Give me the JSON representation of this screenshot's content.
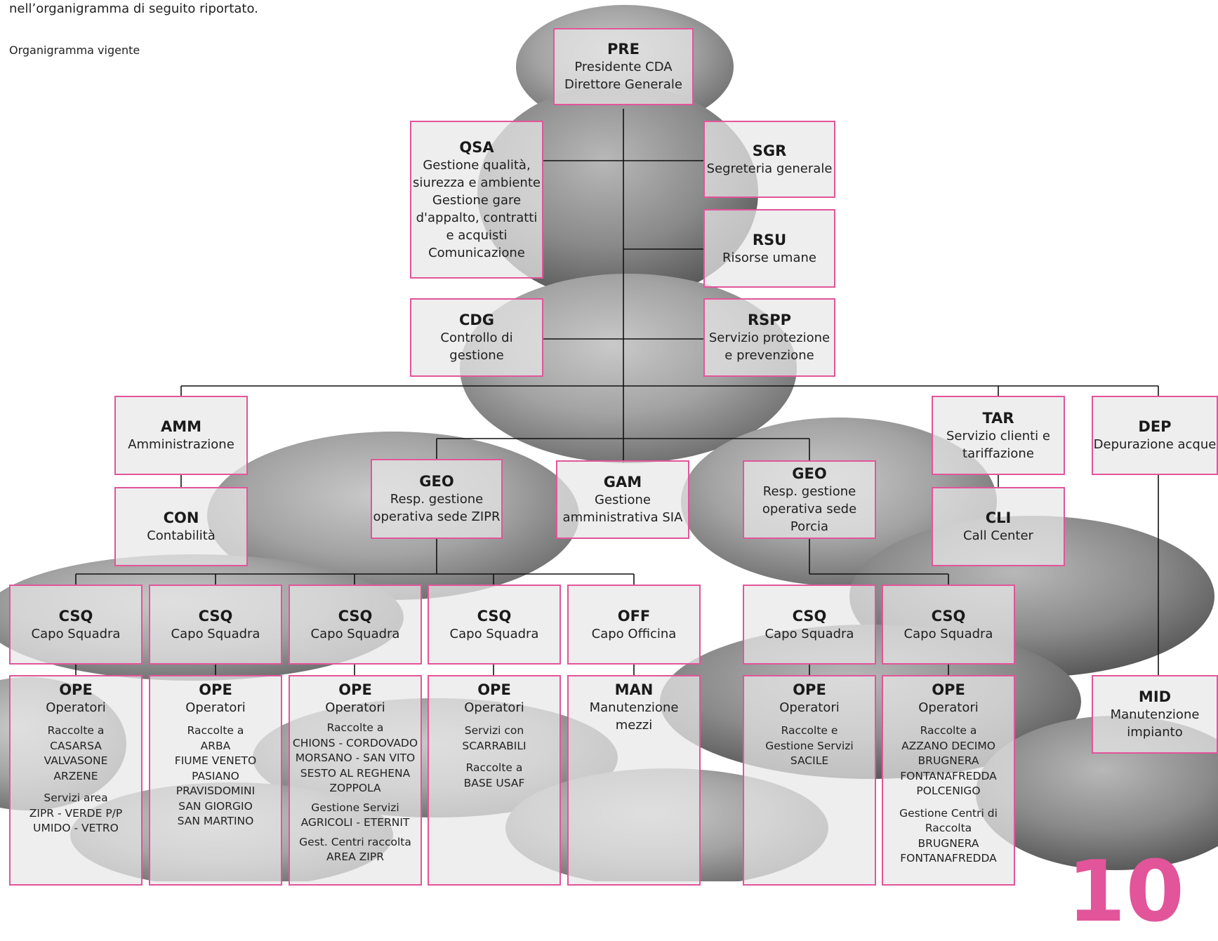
{
  "intro_text": "nell’organigramma di seguito riportato.",
  "subtitle": "Organigramma vigente",
  "page_number": "10",
  "colors": {
    "accent": "#e2559a",
    "box_fill": "#e8e8e8",
    "line": "#111111"
  },
  "nodes": {
    "pre": {
      "code": "PRE",
      "desc": "Presidente CDA\nDirettore Generale"
    },
    "qsa": {
      "code": "QSA",
      "desc": "Gestione qualità,\nsiurezza e ambiente\nGestione gare\nd'appalto, contratti\ne acquisti\nComunicazione"
    },
    "sgr": {
      "code": "SGR",
      "desc": "Segreteria generale"
    },
    "rsu": {
      "code": "RSU",
      "desc": "Risorse umane"
    },
    "cdg": {
      "code": "CDG",
      "desc": "Controllo di gestione"
    },
    "rspp": {
      "code": "RSPP",
      "desc": "Servizio protezione\ne prevenzione"
    },
    "amm": {
      "code": "AMM",
      "desc": "Amministrazione"
    },
    "con": {
      "code": "CON",
      "desc": "Contabilità"
    },
    "tar": {
      "code": "TAR",
      "desc": "Servizio clienti e\ntariffazione"
    },
    "cli": {
      "code": "CLI",
      "desc": "Call Center"
    },
    "dep": {
      "code": "DEP",
      "desc": "Depurazione acque"
    },
    "mid": {
      "code": "MID",
      "desc": "Manutenzione\nimpianto"
    },
    "geo_zipr": {
      "code": "GEO",
      "desc": "Resp. gestione\noperativa sede ZIPR"
    },
    "gam": {
      "code": "GAM",
      "desc": "Gestione\namministrativa SIA"
    },
    "geo_porcia": {
      "code": "GEO",
      "desc": "Resp. gestione\noperativa sede\nPorcia"
    },
    "csq1": {
      "code": "CSQ",
      "desc": "Capo Squadra"
    },
    "csq2": {
      "code": "CSQ",
      "desc": "Capo Squadra"
    },
    "csq3": {
      "code": "CSQ",
      "desc": "Capo Squadra"
    },
    "csq4": {
      "code": "CSQ",
      "desc": "Capo Squadra"
    },
    "off": {
      "code": "OFF",
      "desc": "Capo Officina"
    },
    "csq5": {
      "code": "CSQ",
      "desc": "Capo Squadra"
    },
    "csq6": {
      "code": "CSQ",
      "desc": "Capo Squadra"
    },
    "ope1": {
      "code": "OPE",
      "desc": "Operatori",
      "detail": "Raccolte a\nCASARSA\nVALVASONE\nARZENE",
      "detail2": "Servizi area\nZIPR - VERDE P/P\nUMIDO - VETRO"
    },
    "ope2": {
      "code": "OPE",
      "desc": "Operatori",
      "detail": "Raccolte a\nARBA\nFIUME VENETO\nPASIANO\nPRAVISDOMINI\nSAN GIORGIO\nSAN MARTINO"
    },
    "ope3": {
      "code": "OPE",
      "desc": "Operatori",
      "detail": "Raccolte a\nCHIONS - CORDOVADO\nMORSANO - SAN VITO\nSESTO AL REGHENA\nZOPPOLA",
      "detail2": "Gestione Servizi\nAGRICOLI - ETERNIT",
      "detail3": "Gest. Centri raccolta\nAREA ZIPR"
    },
    "ope4": {
      "code": "OPE",
      "desc": "Operatori",
      "detail": "Servizi con\nSCARRABILI",
      "detail2": "Raccolte a\nBASE USAF"
    },
    "man": {
      "code": "MAN",
      "desc": "Manutenzione\nmezzi"
    },
    "ope5": {
      "code": "OPE",
      "desc": "Operatori",
      "detail": "Raccolte e\nGestione Servizi\nSACILE"
    },
    "ope6": {
      "code": "OPE",
      "desc": "Operatori",
      "detail": "Raccolte a\nAZZANO DECIMO\nBRUGNERA\nFONTANAFREDDA\nPOLCENIGO",
      "detail2": "Gestione Centri di\nRaccolta\nBRUGNERA\nFONTANAFREDDA"
    }
  }
}
